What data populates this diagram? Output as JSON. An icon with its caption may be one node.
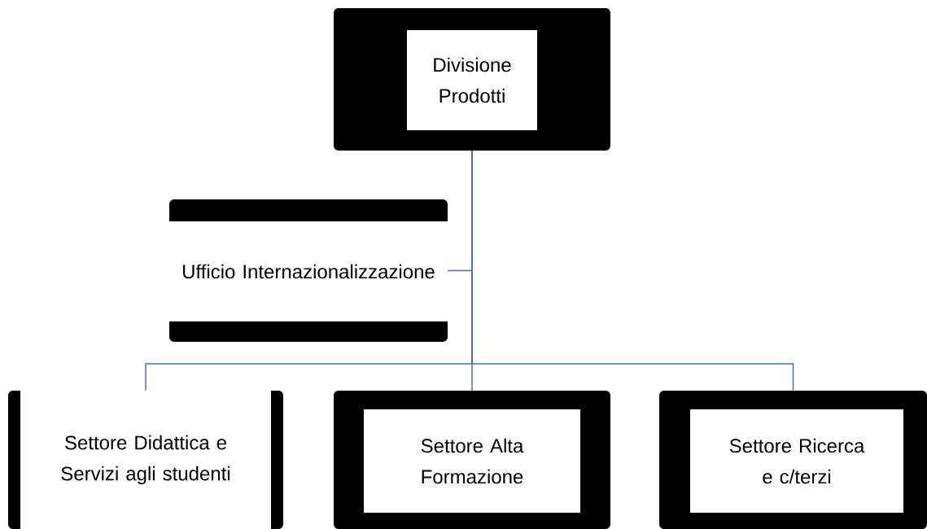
{
  "diagram": {
    "nodes": [
      {
        "text": [
          "Divisione Prodotti"
        ]
      },
      {
        "text": [
          "Ufficio Internazionalizzazione"
        ]
      },
      {
        "text": [
          "Settore Didattica e Servizi agli studenti"
        ]
      },
      {
        "text": [
          "Settore Alta Formazione"
        ]
      },
      {
        "text": [
          "Settore Ricerca e c/terzi"
        ]
      }
    ],
    "edges": [
      {
        "from": 0,
        "to": 1,
        "arrow": "none"
      },
      {
        "from": 0,
        "to": 2,
        "arrow": "none"
      },
      {
        "from": 0,
        "to": 3,
        "arrow": "none"
      },
      {
        "from": 0,
        "to": 4,
        "arrow": "none"
      }
    ]
  }
}
